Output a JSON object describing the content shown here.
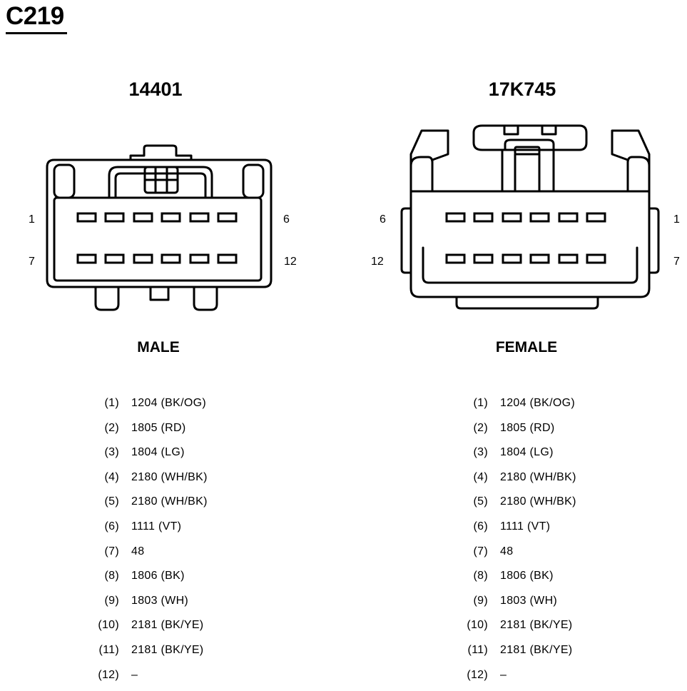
{
  "title": "C219",
  "male": {
    "part_number": "14401",
    "label": "MALE",
    "pin_labels": {
      "top_left": "1",
      "top_right": "6",
      "bottom_left": "7",
      "bottom_right": "12"
    },
    "pins": [
      {
        "num": "(1)",
        "value": "1204 (BK/OG)"
      },
      {
        "num": "(2)",
        "value": "1805 (RD)"
      },
      {
        "num": "(3)",
        "value": "1804 (LG)"
      },
      {
        "num": "(4)",
        "value": "2180 (WH/BK)"
      },
      {
        "num": "(5)",
        "value": "2180 (WH/BK)"
      },
      {
        "num": "(6)",
        "value": "1111 (VT)"
      },
      {
        "num": "(7)",
        "value": "48"
      },
      {
        "num": "(8)",
        "value": "1806 (BK)"
      },
      {
        "num": "(9)",
        "value": "1803 (WH)"
      },
      {
        "num": "(10)",
        "value": "2181 (BK/YE)"
      },
      {
        "num": "(11)",
        "value": "2181 (BK/YE)"
      },
      {
        "num": "(12)",
        "value": "–"
      }
    ]
  },
  "female": {
    "part_number": "17K745",
    "label": "FEMALE",
    "pin_labels": {
      "top_left": "6",
      "top_right": "1",
      "bottom_left": "12",
      "bottom_right": "7"
    },
    "pins": [
      {
        "num": "(1)",
        "value": "1204 (BK/OG)"
      },
      {
        "num": "(2)",
        "value": "1805 (RD)"
      },
      {
        "num": "(3)",
        "value": "1804 (LG)"
      },
      {
        "num": "(4)",
        "value": "2180 (WH/BK)"
      },
      {
        "num": "(5)",
        "value": "2180 (WH/BK)"
      },
      {
        "num": "(6)",
        "value": "1111 (VT)"
      },
      {
        "num": "(7)",
        "value": "48"
      },
      {
        "num": "(8)",
        "value": "1806 (BK)"
      },
      {
        "num": "(9)",
        "value": "1803 (WH)"
      },
      {
        "num": "(10)",
        "value": "2181 (BK/YE)"
      },
      {
        "num": "(11)",
        "value": "2181 (BK/YE)"
      },
      {
        "num": "(12)",
        "value": "–"
      }
    ]
  }
}
